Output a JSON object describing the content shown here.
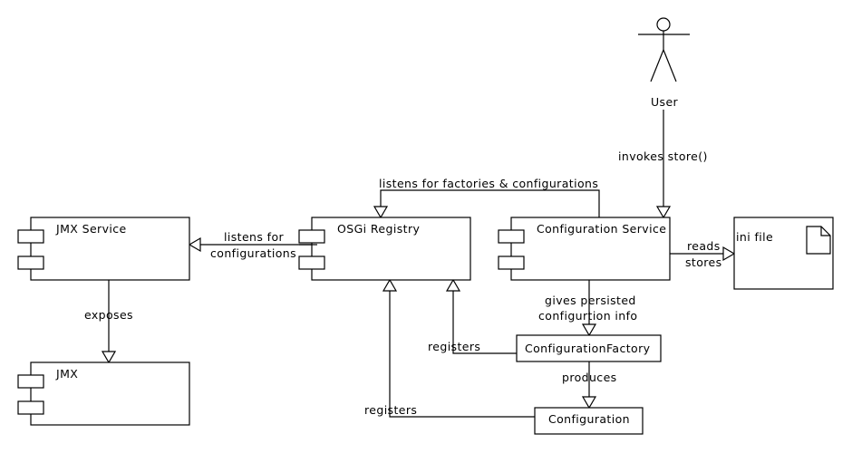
{
  "diagram": {
    "type": "uml-component-diagram",
    "colors": {
      "stroke": "#000000",
      "fill": "#ffffff",
      "text": "#000000"
    },
    "components": {
      "jmx_service": {
        "label": "JMX Service",
        "kind": "component"
      },
      "jmx": {
        "label": "JMX",
        "kind": "component"
      },
      "osgi_registry": {
        "label": "OSGi Registry",
        "kind": "component"
      },
      "configuration_service": {
        "label": "Configuration Service",
        "kind": "component"
      },
      "ini_file": {
        "label": "ini file",
        "kind": "artifact",
        "icon": "document-icon"
      },
      "configuration_factory": {
        "label": "ConfigurationFactory",
        "kind": "class"
      },
      "configuration": {
        "label": "Configuration",
        "kind": "class"
      }
    },
    "actor": {
      "label": "User",
      "icon": "stick-figure-icon"
    },
    "relations": {
      "user_to_config_service": {
        "from": "User",
        "to": "Configuration Service",
        "label": "invokes store()"
      },
      "config_service_to_osgi": {
        "from": "Configuration Service",
        "to": "OSGi Registry",
        "label": "listens for factories & configurations"
      },
      "osgi_to_jmx_service": {
        "from": "OSGi Registry",
        "to": "JMX Service",
        "label_line1": "listens for",
        "label_line2": "configurations"
      },
      "jmx_service_to_jmx": {
        "from": "JMX Service",
        "to": "JMX",
        "label": "exposes"
      },
      "config_service_to_ini": {
        "from": "Configuration Service",
        "to": "ini file",
        "label_line1": "reads",
        "label_line2": "stores"
      },
      "config_service_to_factory": {
        "from": "Configuration Service",
        "to": "ConfigurationFactory",
        "label_line1": "gives persisted",
        "label_line2": "configurtion info"
      },
      "factory_to_configuration": {
        "from": "ConfigurationFactory",
        "to": "Configuration",
        "label": "produces"
      },
      "factory_to_osgi": {
        "from": "ConfigurationFactory",
        "to": "OSGi Registry",
        "label": "registers"
      },
      "configuration_to_osgi": {
        "from": "Configuration",
        "to": "OSGi Registry",
        "label": "registers"
      }
    }
  }
}
